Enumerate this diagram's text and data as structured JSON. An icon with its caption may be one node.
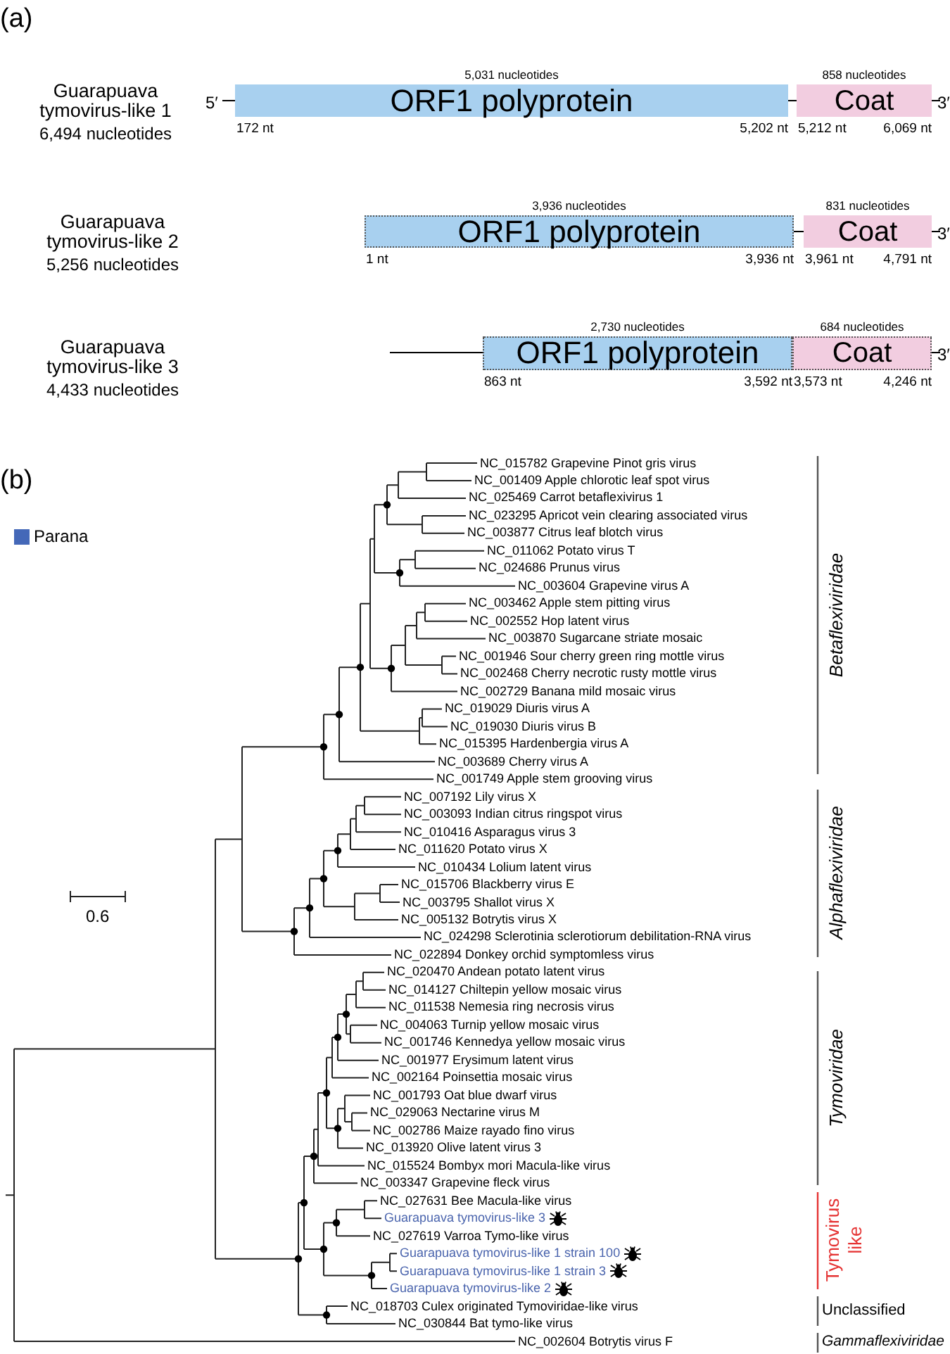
{
  "diagram": {
    "nodes": [
      {
        "text": [
          "ORF1 polyprotein"
        ],
        "beside": [
          "5,031 nucleotides",
          "172 nt",
          "5,202 nt"
        ]
      },
      {
        "text": [
          "Coat"
        ],
        "beside": [
          "858 nucleotides",
          "5,212 nt",
          "6,069 nt"
        ]
      },
      {
        "text": [
          "ORF1 polyprotein"
        ],
        "beside": [
          "3,936 nucleotides",
          "1 nt",
          "3,936 nt"
        ]
      },
      {
        "text": [
          "Coat"
        ],
        "beside": [
          "831 nucleotides",
          "3,961 nt",
          "4,791 nt"
        ]
      },
      {
        "text": [
          "ORF1 polyprotein"
        ],
        "beside": [
          "2,730 nucleotides",
          "863 nt",
          "3,592 nt"
        ]
      },
      {
        "text": [
          "Coat"
        ],
        "beside": [
          "684 nucleotides",
          "3,573 nt",
          "4,246 nt"
        ]
      }
    ],
    "edges": [
      {
        "from": 0,
        "to": 1,
        "arrow": "none"
      },
      {
        "from": 2,
        "to": 3,
        "arrow": "none"
      }
    ],
    "labels": [
      "(a)",
      "Guarapuava tymovirus-like 1",
      "6,494 nucleotides",
      "5′",
      "3′",
      "Guarapuava tymovirus-like 2",
      "5,256 nucleotides",
      "3′",
      "Guarapuava tymovirus-like 3",
      "4,433 nucleotides",
      "3′",
      "(b)",
      "0.6",
      "NC_015782 Grapevine Pinot gris virus",
      "NC_001409 Apple chlorotic leaf spot virus",
      "NC_025469 Carrot betaflexivirus 1",
      "NC_023295 Apricot vein clearing associated virus",
      "NC_003877 Citrus leaf blotch virus",
      "NC_011062 Potato virus T",
      "NC_024686 Prunus virus",
      "NC_003604 Grapevine virus A",
      "NC_003462 Apple stem pitting virus",
      "NC_002552 Hop latent virus",
      "NC_003870 Sugarcane striate mosaic",
      "NC_001946 Sour cherry green ring mottle virus",
      "NC_002468 Cherry necrotic rusty mottle virus",
      "NC_002729 Banana mild mosaic virus",
      "NC_019029 Diuris virus A",
      "NC_019030 Diuris virus B",
      "NC_015395 Hardenbergia virus A",
      "NC_003689 Cherry virus A",
      "NC_001749 Apple stem grooving virus",
      "NC_007192 Lily virus X",
      "NC_003093 Indian citrus ringspot virus",
      "NC_010416 Asparagus virus 3",
      "NC_011620 Potato virus X",
      "NC_010434 Lolium latent virus",
      "NC_015706 Blackberry virus E",
      "NC_003795 Shallot virus X",
      "NC_005132 Botrytis virus X",
      "NC_024298 Sclerotinia sclerotiorum debilitation-RNA virus",
      "NC_022894 Donkey orchid symptomless virus",
      "NC_020470 Andean potato latent virus",
      "NC_014127 Chiltepin yellow mosaic virus",
      "NC_011538 Nemesia ring necrosis virus",
      "NC_004063 Turnip yellow mosaic virus",
      "NC_001746 Kennedya yellow mosaic virus",
      "NC_001977 Erysimum latent virus",
      "NC_002164 Poinsettia mosaic virus",
      "NC_001793 Oat blue dwarf virus",
      "NC_029063 Nectarine virus M",
      "NC_002786 Maize rayado fino virus",
      "NC_013920 Olive latent virus 3",
      "NC_015524 Bombyx mori Macula-like virus",
      "NC_003347 Grapevine fleck virus",
      "NC_027631 Bee Macula-like virus",
      "Guarapuava tymovirus-like 3",
      "NC_027619 Varroa Tymo-like virus",
      "Guarapuava tymovirus-like 1 strain 100",
      "Guarapuava tymovirus-like 1 strain 3",
      "Guarapuava tymovirus-like 2",
      "NC_018703 Culex originated Tymoviridae-like virus",
      "NC_030844 Bat tymo-like virus",
      "NC_002604 Botrytis virus F",
      "Betaflexiviridae",
      "Alphaflexiviridae",
      "Tymoviridae",
      "Tymovirus like",
      "Unclassified",
      "Gammaflexiviridae"
    ],
    "legend": [
      {
        "text": "Parana",
        "color": "#4468b8"
      }
    ]
  }
}
